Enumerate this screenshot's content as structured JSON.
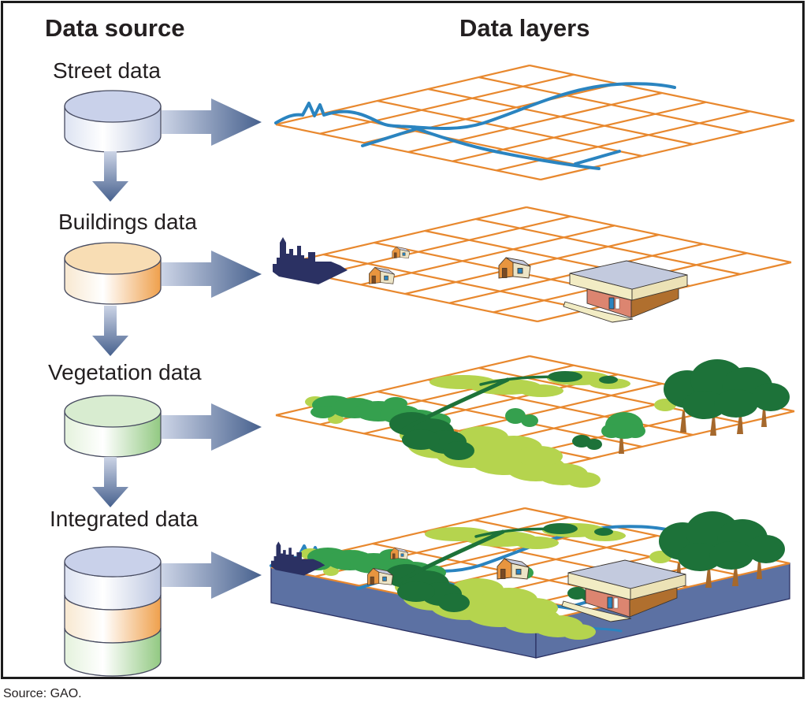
{
  "header": {
    "data_source": "Data source",
    "data_layers": "Data layers"
  },
  "rows": [
    {
      "id": "street",
      "label": "Street data"
    },
    {
      "id": "buildings",
      "label": "Buildings data"
    },
    {
      "id": "vegetation",
      "label": "Vegetation data"
    },
    {
      "id": "integrated",
      "label": "Integrated data"
    }
  ],
  "footer": {
    "source_note": "Source: GAO."
  },
  "colors": {
    "grid_orange": "#e8882e",
    "road_blue": "#2a84c0",
    "arrow_light": "#ccd4e6",
    "arrow_dark": "#47618e",
    "cyl_top_blue": "#c9d1ea",
    "cyl_street_shade": "#bcc6e0",
    "cyl_top_orange": "#f8ddb4",
    "cyl_buildings_shade": "#efa04c",
    "cyl_top_green": "#d8ecd0",
    "cyl_veg_shade": "#92c982",
    "skyline_navy": "#2b3163",
    "slab_side": "#5c71a3",
    "veg_light": "#b5d44e",
    "veg_medium": "#35a04e",
    "veg_dark": "#1d7239",
    "trunk": "#a5682c",
    "house_orange": "#e8953f",
    "house_cream": "#ece4c6",
    "house_roof": "#c4cbe0",
    "house_door": "#7a4a22",
    "bldg_pink": "#dc8570",
    "bldg_brown": "#b06f2e",
    "bldg_cream": "#f2ecc4",
    "bldg_roof": "#c3cade",
    "text_dark": "#231f20"
  }
}
